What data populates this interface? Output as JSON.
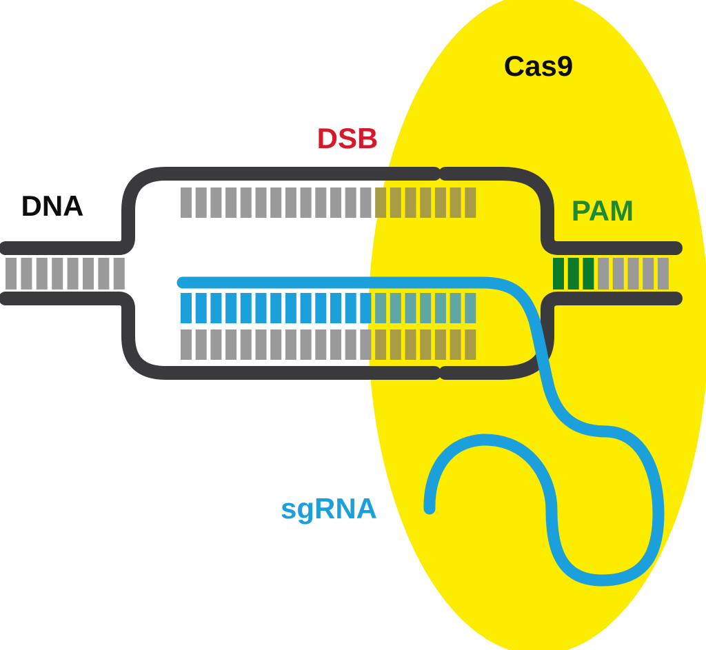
{
  "labels": {
    "cas9": "Cas9",
    "dsb": "DSB",
    "dna": "DNA",
    "pam": "PAM",
    "sgrna": "sgRNA"
  },
  "colors": {
    "cas9": "#fcec00",
    "dna_strand": "#3a3a3c",
    "base_pair": "#9a9a9a",
    "base_pair_in_cas9": "#a89d45",
    "sgrna": "#1ba0dc",
    "sgrna_bases_in_cas9": "#5fa6a5",
    "pam": "#0c7a2b",
    "dsb_label": "#d7182a",
    "pam_label": "#1f8a35",
    "dark_label": "#0d0d0d"
  },
  "bases": {
    "left_duplex_count": 8,
    "target_count": 20,
    "sgrna_count": 20,
    "pam_count": 3,
    "right_duplex_non_pam_count": 5
  }
}
